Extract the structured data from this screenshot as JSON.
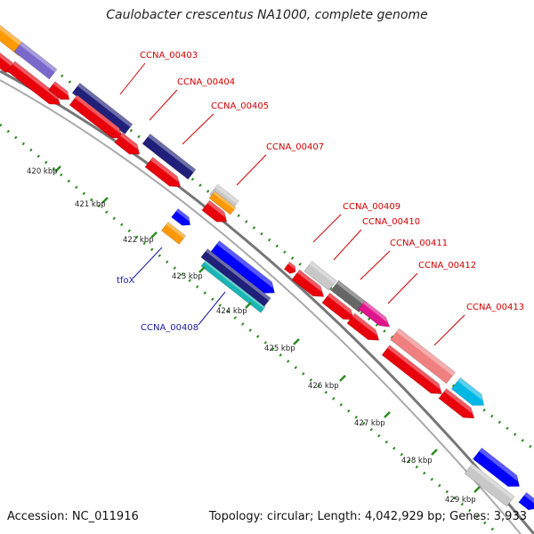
{
  "header": {
    "title": "Caulobacter crescentus NA1000, complete genome"
  },
  "footer": {
    "accession": "Accession: NC_011916",
    "summary": "Topology: circular; Length: 4,042,929 bp; Genes: 3,933"
  },
  "colors": {
    "forward_strand": "#e8000b",
    "backbone": "#808080",
    "tick": "#2e8b22",
    "gene_label_red": "#d00000",
    "gene_label_blue": "#1a1aa0",
    "orange": "#ff9900",
    "purple": "#7a68cc",
    "navy": "#20207a",
    "blue": "#0000ff",
    "grey_light": "#c8c8c8",
    "grey_dark": "#666666",
    "magenta": "#e0148c",
    "pink": "#f08080",
    "cyan": "#00b8e6",
    "teal": "#1ab5b5"
  },
  "scale_labels": [
    {
      "text": "420 kbp"
    },
    {
      "text": "421 kbp"
    },
    {
      "text": "422 kbp"
    },
    {
      "text": "423 kbp"
    },
    {
      "text": "424 kbp"
    },
    {
      "text": "425 kbp"
    },
    {
      "text": "426 kbp"
    },
    {
      "text": "427 kbp"
    },
    {
      "text": "428 kbp"
    },
    {
      "text": "429 kbp"
    }
  ],
  "gene_labels": [
    {
      "text": "CCNA_00403",
      "strand": "outer"
    },
    {
      "text": "CCNA_00404",
      "strand": "outer"
    },
    {
      "text": "CCNA_00405",
      "strand": "outer"
    },
    {
      "text": "CCNA_00407",
      "strand": "outer"
    },
    {
      "text": "CCNA_00409",
      "strand": "outer"
    },
    {
      "text": "CCNA_00410",
      "strand": "outer"
    },
    {
      "text": "CCNA_00411",
      "strand": "outer"
    },
    {
      "text": "CCNA_00412",
      "strand": "outer"
    },
    {
      "text": "CCNA_00413",
      "strand": "outer"
    },
    {
      "text": "tfoX",
      "strand": "inner"
    },
    {
      "text": "CCNA_00408",
      "strand": "inner"
    }
  ]
}
